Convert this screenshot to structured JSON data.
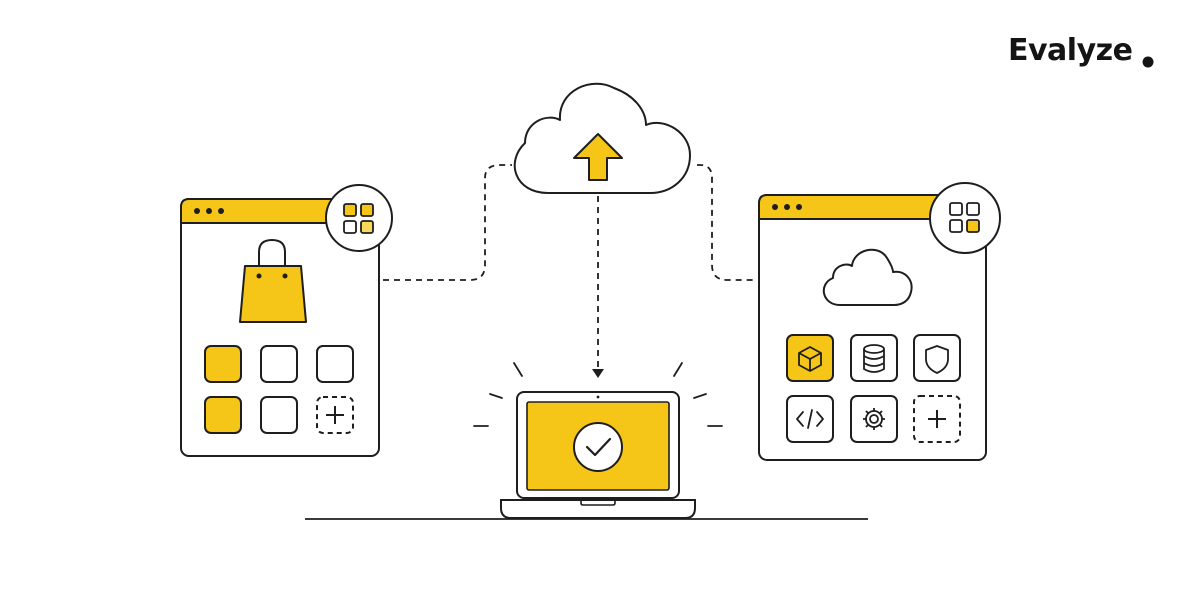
{
  "brand": {
    "name": "Evalyze",
    "dot_color": "#141414"
  },
  "colors": {
    "accent": "#F5C518",
    "accent_light": "#F8D95A",
    "stroke": "#1E1E1E",
    "background": "#FFFFFF"
  },
  "illustration": {
    "cloud_main": {
      "icon": "cloud-upload-icon"
    },
    "left_window": {
      "badge_icon": "app-grid-icon",
      "hero_icon": "shopping-bag-icon",
      "tiles": [
        "filled",
        "empty",
        "empty",
        "filled",
        "empty",
        "add"
      ]
    },
    "right_window": {
      "badge_icon": "app-grid-icon",
      "hero_icon": "cloud-icon",
      "modules": [
        "cube-icon",
        "database-icon",
        "shield-icon",
        "code-icon",
        "gear-icon",
        "plus-icon"
      ]
    },
    "laptop": {
      "screen_icon": "checkmark-icon"
    }
  }
}
